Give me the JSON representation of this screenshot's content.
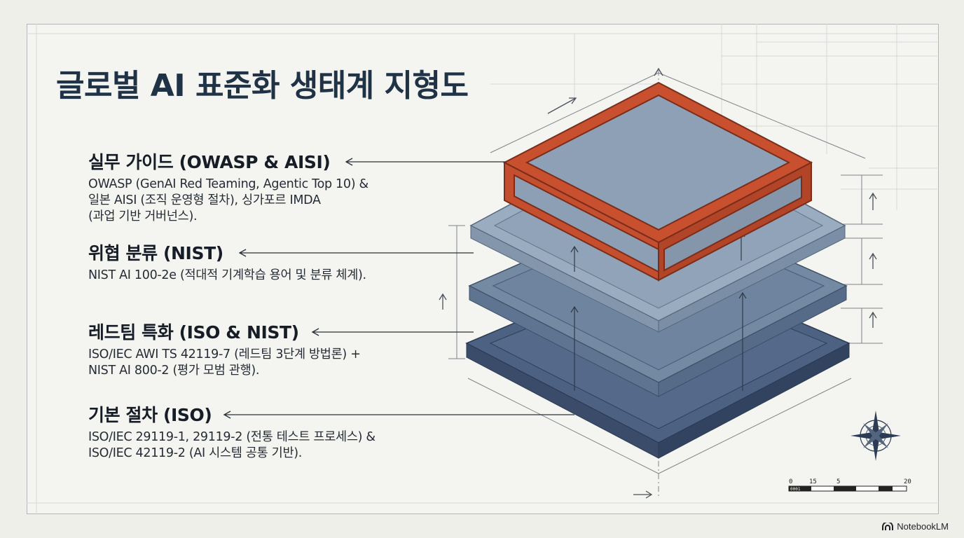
{
  "title": "글로벌 AI 표준화 생태계 지형도",
  "layers": [
    {
      "id": "practical",
      "heading": "실무 가이드 (OWASP & AISI)",
      "desc": [
        "OWASP (GenAI Red Teaming, Agentic Top 10) &",
        "일본 AISI (조직 운영형 절차), 싱가포르 IMDA",
        "(과업 기반 거버넌스)."
      ]
    },
    {
      "id": "threat",
      "heading": "위협 분류 (NIST)",
      "desc": [
        "NIST AI 100-2e (적대적 기계학습 용어 및 분류 체계)."
      ]
    },
    {
      "id": "redteam",
      "heading": "레드팀 특화 (ISO & NIST)",
      "desc": [
        "ISO/IEC AWI TS 42119-7 (레드팀 3단계 방법론) +",
        "NIST AI 800-2 (평가 모범 관행)."
      ]
    },
    {
      "id": "base",
      "heading": "기본 절차 (ISO)",
      "desc": [
        "ISO/IEC 29119-1, 29119-2 (전통 테스트 프로세스) &",
        "ISO/IEC 42119-2 (AI 시스템 공통 기반)."
      ]
    }
  ],
  "scale_bar": {
    "labels": [
      "0",
      "15",
      "5",
      "20"
    ],
    "caption": "0001"
  },
  "watermark": "NotebookLM",
  "colors": {
    "accent": "#c9502f",
    "layer1": "#8a9cb0",
    "layer2": "#6d819a",
    "layer3": "#4a5f7e",
    "title": "#203245"
  }
}
